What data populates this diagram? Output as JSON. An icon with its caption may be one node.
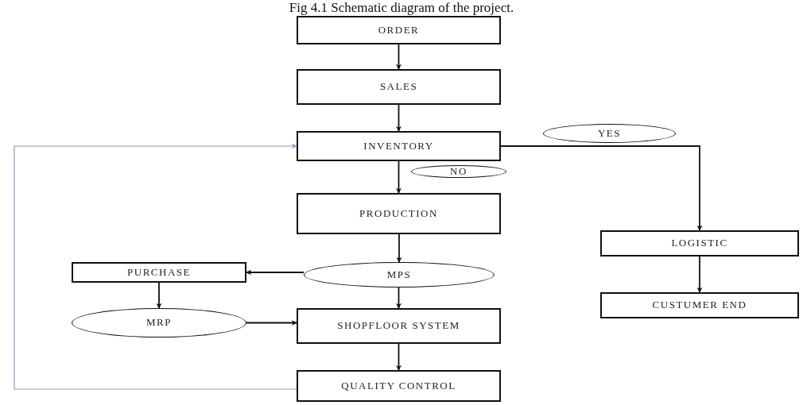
{
  "diagram": {
    "title": "Fig 4.1 Schematic diagram of the project.",
    "nodes": [
      {
        "text": [
          "ORDER"
        ]
      },
      {
        "text": [
          "SALES"
        ]
      },
      {
        "text": [
          "INVENTORY"
        ]
      },
      {
        "text": [
          "PRODUCTION"
        ]
      },
      {
        "text": [
          "PURCHASE"
        ]
      },
      {
        "text": [
          "MPS"
        ]
      },
      {
        "text": [
          "MRP"
        ]
      },
      {
        "text": [
          "SHOPFLOOR SYSTEM"
        ]
      },
      {
        "text": [
          "QUALITY CONTROL"
        ]
      },
      {
        "text": [
          "YES"
        ]
      },
      {
        "text": [
          "NO"
        ]
      },
      {
        "text": [
          "LOGISTIC"
        ]
      },
      {
        "text": [
          "CUSTUMER END"
        ]
      }
    ],
    "edges": [
      {
        "from": 0,
        "to": 1,
        "arrow": "to"
      },
      {
        "from": 1,
        "to": 2,
        "arrow": "to"
      },
      {
        "from": 2,
        "to": 3,
        "arrow": "to"
      },
      {
        "from": 3,
        "to": 5,
        "arrow": "to"
      },
      {
        "from": 5,
        "to": 4,
        "arrow": "to"
      },
      {
        "from": 4,
        "to": 6,
        "arrow": "to"
      },
      {
        "from": 6,
        "to": 7,
        "arrow": "to"
      },
      {
        "from": 5,
        "to": 7,
        "arrow": "to"
      },
      {
        "from": 7,
        "to": 8,
        "arrow": "to"
      },
      {
        "from": 8,
        "to": 2,
        "arrow": "to",
        "color": "#8a9bbd"
      },
      {
        "from": 2,
        "to": 11,
        "arrow": "to"
      },
      {
        "from": 11,
        "to": 12,
        "arrow": "to"
      }
    ]
  }
}
